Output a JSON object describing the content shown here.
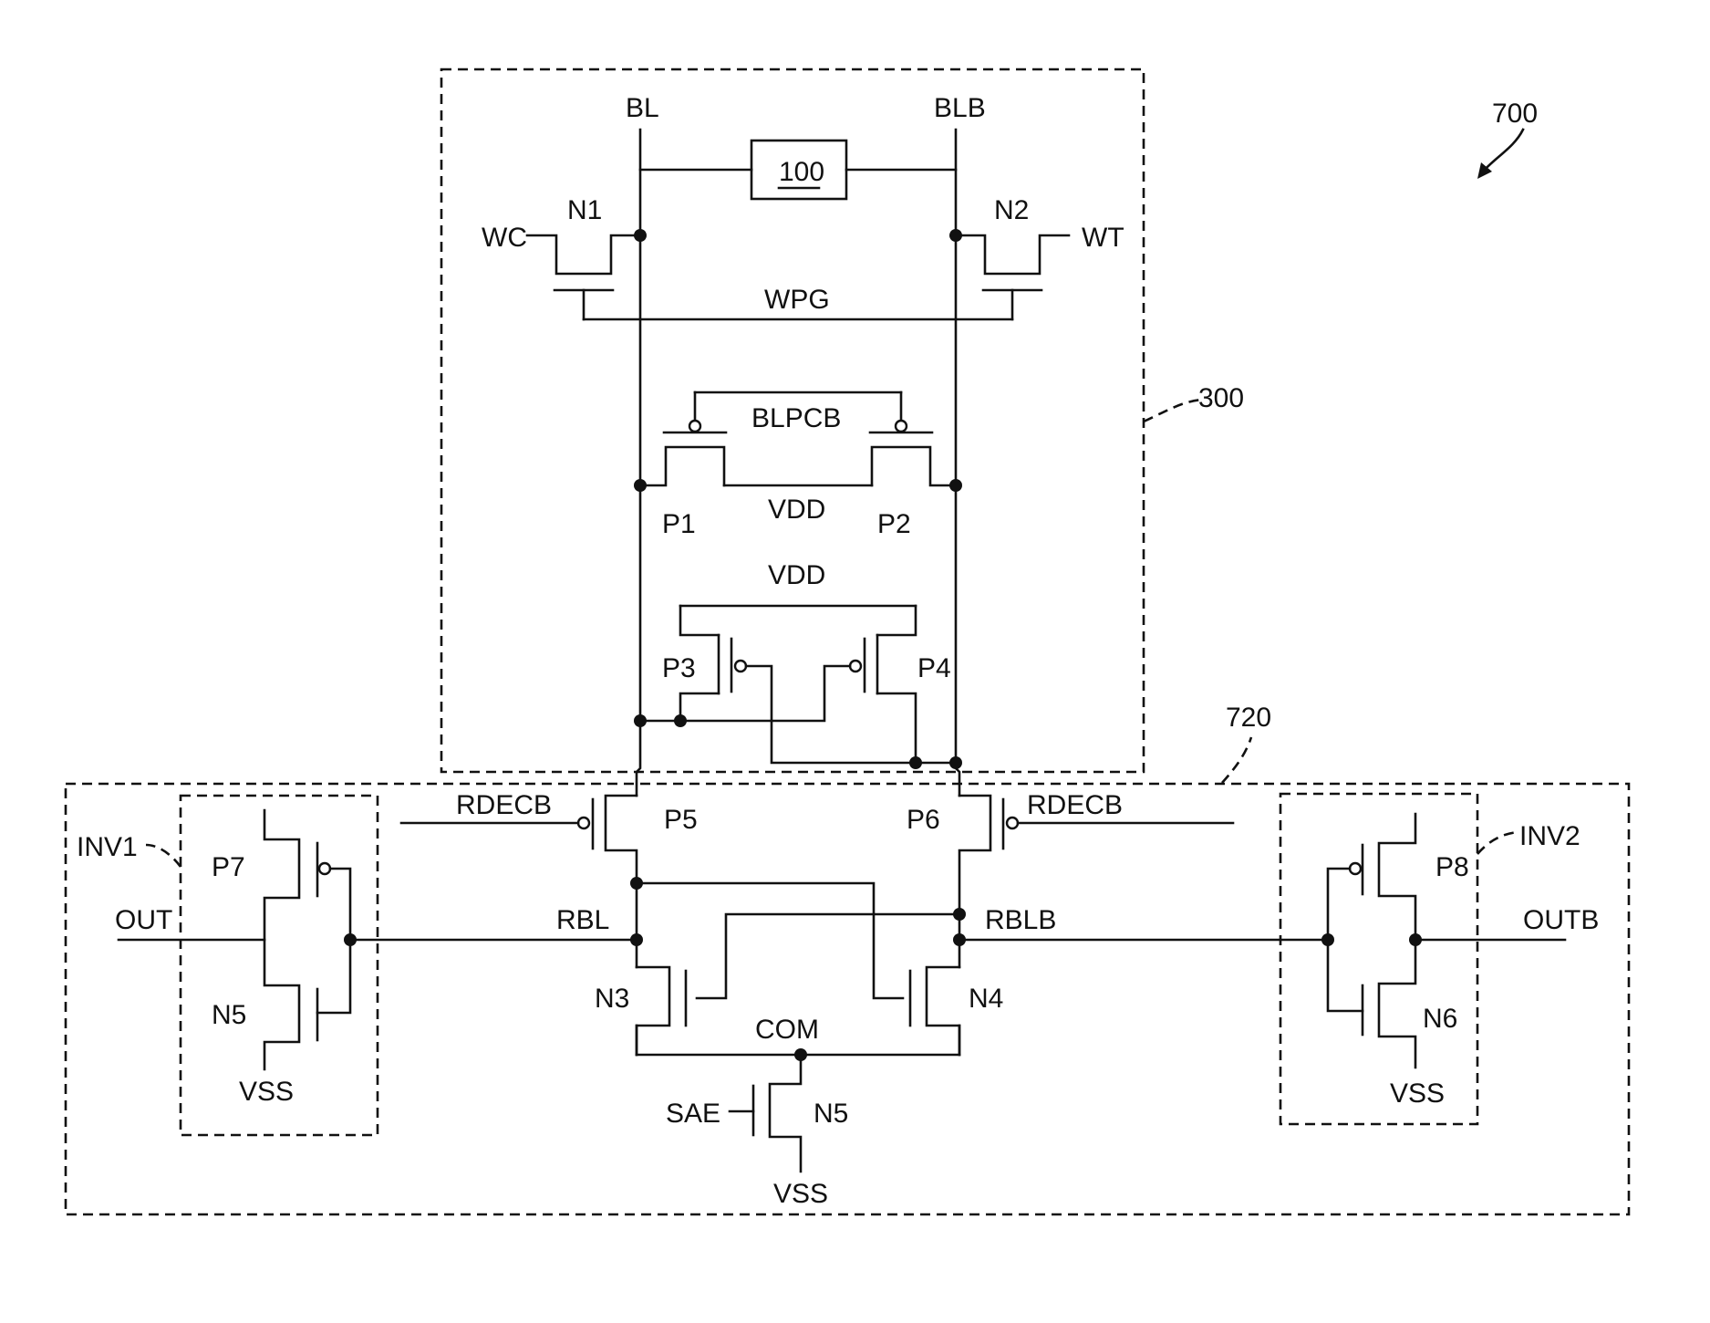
{
  "figure": {
    "ref_main": "700",
    "ref_box_300": "300",
    "ref_box_720": "720",
    "ref_inv1": "INV1",
    "ref_inv2": "INV2",
    "block_100": "100"
  },
  "signals": {
    "bl": "BL",
    "blb": "BLB",
    "wc": "WC",
    "wt": "WT",
    "wpg": "WPG",
    "blpcb": "BLPCB",
    "vdd_pre": "VDD",
    "vdd_keeper": "VDD",
    "rdecb_left": "RDECB",
    "rdecb_right": "RDECB",
    "rbl": "RBL",
    "rblb": "RBLB",
    "com": "COM",
    "sae": "SAE",
    "vss_center": "VSS",
    "vss_inv1": "VSS",
    "vss_inv2": "VSS",
    "out": "OUT",
    "outb": "OUTB"
  },
  "transistors": {
    "n1": "N1",
    "n2": "N2",
    "p1": "P1",
    "p2": "P2",
    "p3": "P3",
    "p4": "P4",
    "p5": "P5",
    "p6": "P6",
    "p7": "P7",
    "p8": "P8",
    "n3": "N3",
    "n4": "N4",
    "n5_center": "N5",
    "n5_inv1": "N5",
    "n6": "N6"
  }
}
